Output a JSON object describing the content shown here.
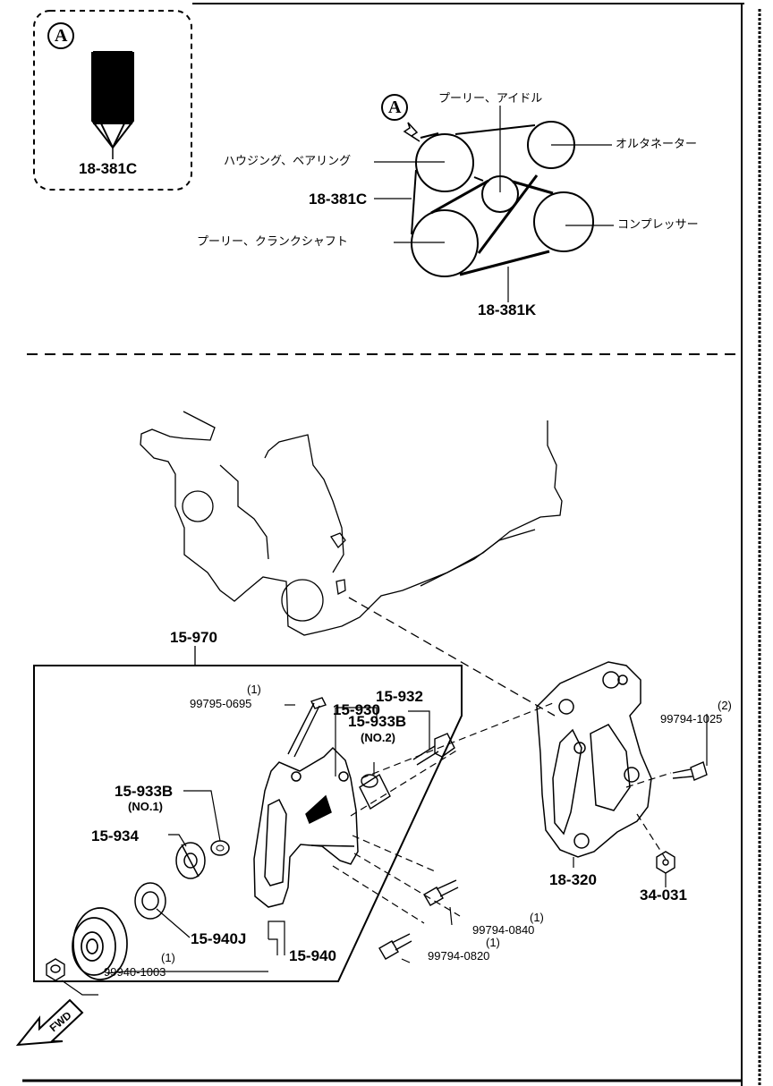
{
  "detail_view": {
    "callout": "A",
    "part_label": "18-381C"
  },
  "belt_layout": {
    "callout": "A",
    "labels": {
      "idler_pulley": "プーリー、アイドル",
      "alternator": "オルタネーター",
      "housing_bearing": "ハウジング、ベアリング",
      "belt_c": "18-381C",
      "crankshaft_pulley": "プーリー、クランクシャフト",
      "compressor": "コンプレッサー",
      "belt_k": "18-381K"
    }
  },
  "exploded_view": {
    "assembly": "15-970",
    "parts": {
      "p15930": "15-930",
      "p15932": "15-932",
      "p15933b_no2": "15-933B",
      "no2": "(NO.2)",
      "p15933b_no1": "15-933B",
      "no1": "(NO.1)",
      "p15934": "15-934",
      "p15940j": "15-940J",
      "p15940": "15-940",
      "p18320": "18-320",
      "p34031": "34-031"
    },
    "fasteners": {
      "bolt_0695": {
        "qty": "(1)",
        "number": "99795-0695"
      },
      "bolt_1025": {
        "qty": "(2)",
        "number": "99794-1025"
      },
      "bolt_0840": {
        "qty": "(1)",
        "number": "99794-0840"
      },
      "bolt_0820": {
        "qty": "(1)",
        "number": "99794-0820"
      },
      "nut_1003": {
        "qty": "(1)",
        "number": "99940-1003"
      }
    },
    "fwd_label": "FWD"
  }
}
